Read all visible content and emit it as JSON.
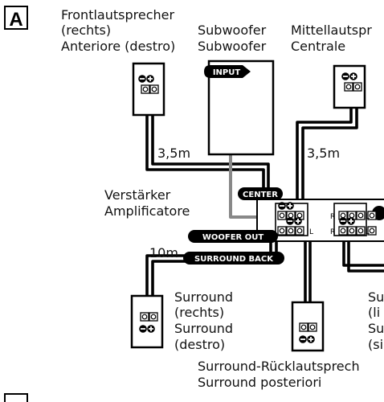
{
  "panel_letter": "A",
  "labels": {
    "front_right": [
      "Frontlautsprecher",
      "(rechts)",
      "Anteriore (destro)"
    ],
    "subwoofer": [
      "Subwoofer",
      "Subwoofer"
    ],
    "center_speaker": [
      "Mittellautspr",
      "Centrale"
    ],
    "distance_front": "3,5m",
    "distance_center": "3,5m",
    "amplifier": [
      "Verstärker",
      "Amplificatore"
    ],
    "distance_rear": "10m",
    "surround_right": [
      "Surround",
      "(rechts)",
      "Surround",
      "(destro)"
    ],
    "surround_left": [
      "Su",
      "(li",
      "Su",
      "(si"
    ],
    "surround_back": [
      "Surround-Rücklautsprech",
      "Surround posteriori"
    ]
  },
  "tags": {
    "input": "INPUT",
    "center": "CENTER",
    "woofer_out": "WOOFER OUT",
    "surround_back": "SURROUND BACK"
  },
  "terminal_letters": {
    "r": "R",
    "l": "L"
  }
}
